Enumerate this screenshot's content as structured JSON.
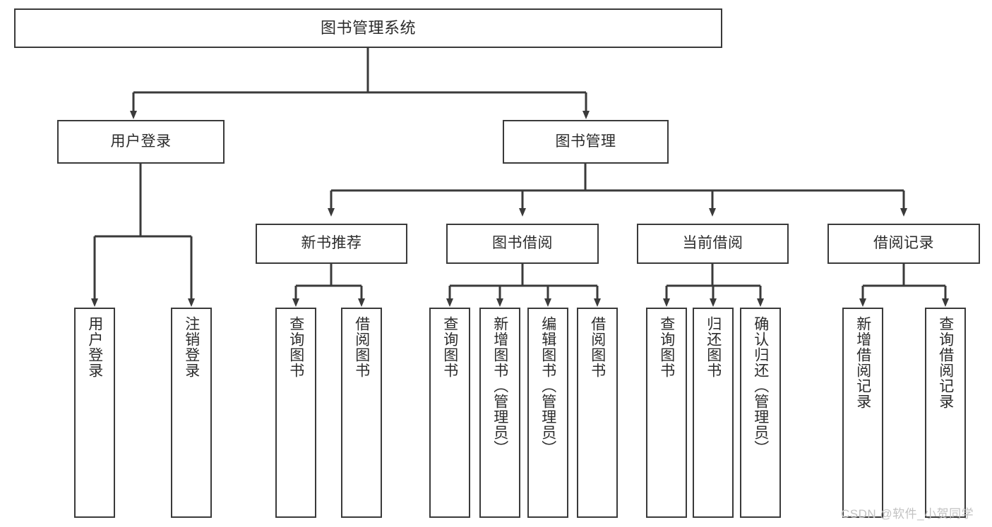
{
  "diagram": {
    "title": "图书管理系统",
    "watermark": "CSDN @软件_小贺同学",
    "colors": {
      "box_border": "#3a3a3a",
      "box_fill": "#ffffff",
      "line": "#3a3a3a",
      "text": "#2b2b2b",
      "watermark": "#c2c2c2",
      "background": "#ffffff"
    },
    "root": {
      "label": "图书管理系统"
    },
    "level2": [
      {
        "label": "用户登录"
      },
      {
        "label": "图书管理"
      }
    ],
    "level3": [
      {
        "label": "新书推荐"
      },
      {
        "label": "图书借阅"
      },
      {
        "label": "当前借阅"
      },
      {
        "label": "借阅记录"
      }
    ],
    "leaves": {
      "user_login": [
        {
          "label": "用户登录"
        },
        {
          "label": "注销登录"
        }
      ],
      "new_book_recommend": [
        {
          "label": "查询图书"
        },
        {
          "label": "借阅图书"
        }
      ],
      "book_borrow": [
        {
          "label": "查询图书"
        },
        {
          "label": "新增图书（管理员）"
        },
        {
          "label": "编辑图书（管理员）"
        },
        {
          "label": "借阅图书"
        }
      ],
      "current_borrow": [
        {
          "label": "查询图书"
        },
        {
          "label": "归还图书"
        },
        {
          "label": "确认归还（管理员）"
        }
      ],
      "borrow_record": [
        {
          "label": "新增借阅记录"
        },
        {
          "label": "查询借阅记录"
        }
      ]
    }
  },
  "chart_data": {
    "type": "tree",
    "title": "图书管理系统",
    "nodes": [
      {
        "id": "root",
        "label": "图书管理系统",
        "level": 0,
        "parent": null
      },
      {
        "id": "user-login",
        "label": "用户登录",
        "level": 1,
        "parent": "root"
      },
      {
        "id": "book-manage",
        "label": "图书管理",
        "level": 1,
        "parent": "root"
      },
      {
        "id": "leaf-user-login",
        "label": "用户登录",
        "level": 2,
        "parent": "user-login"
      },
      {
        "id": "leaf-user-logout",
        "label": "注销登录",
        "level": 2,
        "parent": "user-login"
      },
      {
        "id": "new-book",
        "label": "新书推荐",
        "level": 2,
        "parent": "book-manage"
      },
      {
        "id": "book-borrow",
        "label": "图书借阅",
        "level": 2,
        "parent": "book-manage"
      },
      {
        "id": "current-borrow",
        "label": "当前借阅",
        "level": 2,
        "parent": "book-manage"
      },
      {
        "id": "borrow-record",
        "label": "借阅记录",
        "level": 2,
        "parent": "book-manage"
      },
      {
        "id": "nb-query",
        "label": "查询图书",
        "level": 3,
        "parent": "new-book"
      },
      {
        "id": "nb-borrow",
        "label": "借阅图书",
        "level": 3,
        "parent": "new-book"
      },
      {
        "id": "bb-query",
        "label": "查询图书",
        "level": 3,
        "parent": "book-borrow"
      },
      {
        "id": "bb-add",
        "label": "新增图书（管理员）",
        "level": 3,
        "parent": "book-borrow"
      },
      {
        "id": "bb-edit",
        "label": "编辑图书（管理员）",
        "level": 3,
        "parent": "book-borrow"
      },
      {
        "id": "bb-borrow",
        "label": "借阅图书",
        "level": 3,
        "parent": "book-borrow"
      },
      {
        "id": "cb-query",
        "label": "查询图书",
        "level": 3,
        "parent": "current-borrow"
      },
      {
        "id": "cb-return",
        "label": "归还图书",
        "level": 3,
        "parent": "current-borrow"
      },
      {
        "id": "cb-confirm",
        "label": "确认归还（管理员）",
        "level": 3,
        "parent": "current-borrow"
      },
      {
        "id": "br-add",
        "label": "新增借阅记录",
        "level": 3,
        "parent": "borrow-record"
      },
      {
        "id": "br-query",
        "label": "查询借阅记录",
        "level": 3,
        "parent": "borrow-record"
      }
    ]
  }
}
